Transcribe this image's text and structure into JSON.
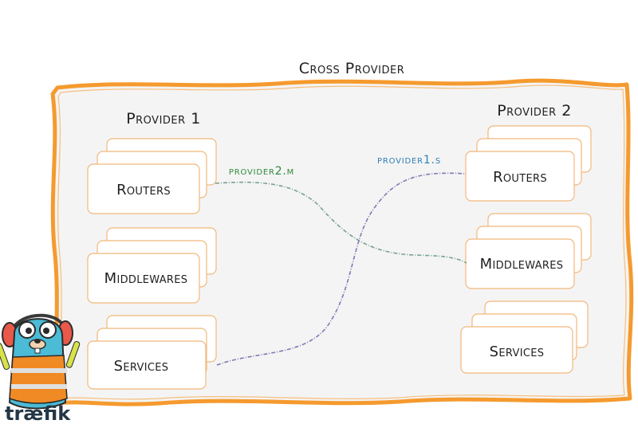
{
  "diagram": {
    "title": "Cross Provider",
    "providers": [
      {
        "name": "Provider 1",
        "components": [
          "Routers",
          "Middlewares",
          "Services"
        ]
      },
      {
        "name": "Provider 2",
        "components": [
          "Routers",
          "Middlewares",
          "Services"
        ]
      }
    ],
    "links": [
      {
        "label": "provider2.m",
        "from": "Provider 1 Routers",
        "to": "Provider 2 Middlewares",
        "color": "#6f9e8a"
      },
      {
        "label": "provider1.s",
        "from": "Provider 1 Services",
        "to": "Provider 2 Routers",
        "color": "#7a72b0"
      }
    ],
    "colors": {
      "frame": "#f59a2e",
      "panel": "#f4f4f4",
      "card_stroke": "#f2b87a",
      "green_label": "#2e8b3a",
      "blue_label": "#2e7fb8"
    }
  },
  "brand": {
    "logo_text": "træfik"
  }
}
